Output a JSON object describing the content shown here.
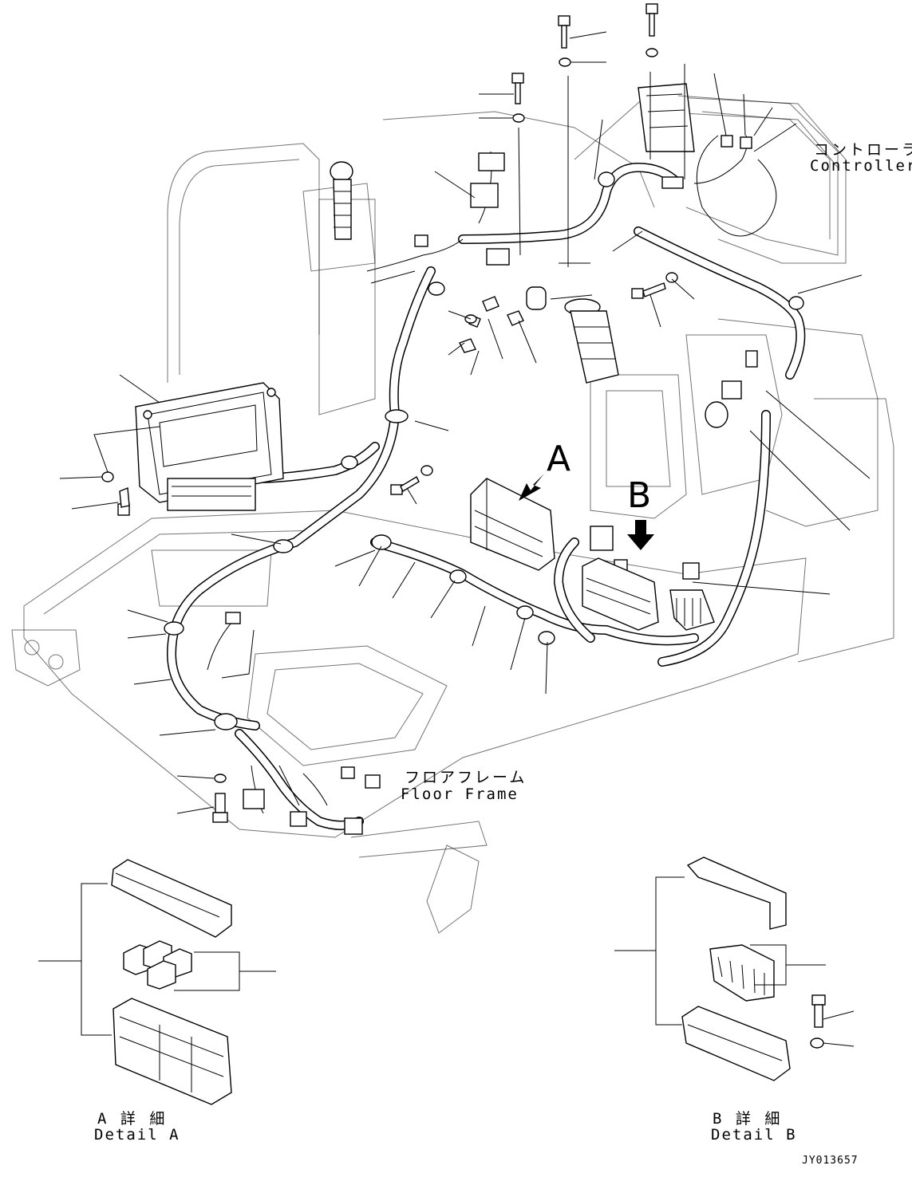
{
  "labels": {
    "controller_jp": "コントローラ",
    "controller_en": "Controller",
    "floor_frame_jp": "フロアフレーム",
    "floor_frame_en": "Floor Frame",
    "view_a": "A",
    "view_b": "B",
    "detail_a_jp": "A 詳 細",
    "detail_a_en": "Detail A",
    "detail_b_jp": "B 詳 細",
    "detail_b_en": "Detail B",
    "drawing_number": "JY013657"
  },
  "icons": {
    "arrow_a": "arrow-down-left-icon",
    "arrow_b": "arrow-down-icon"
  }
}
